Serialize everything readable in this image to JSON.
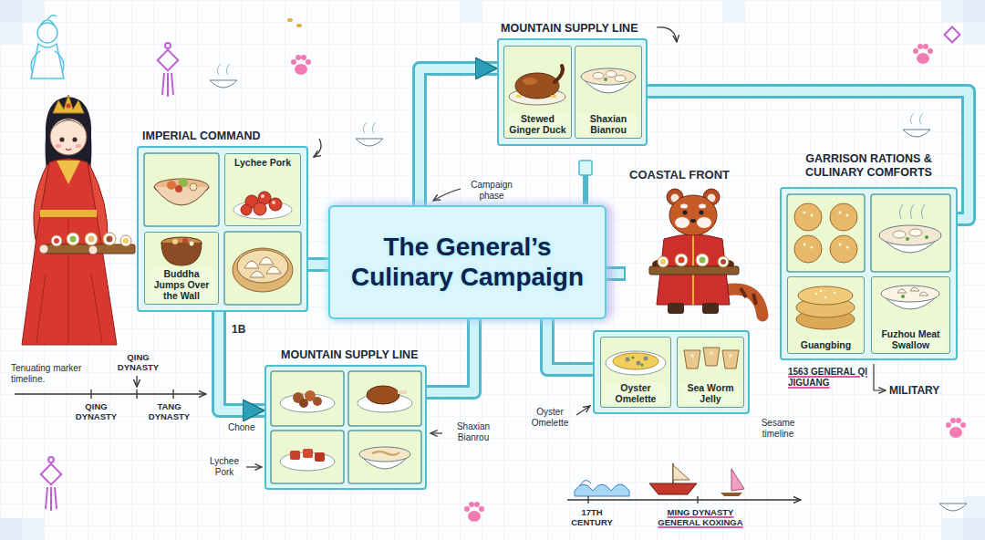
{
  "diagram": {
    "nodes": [
      {
        "text": [
          "IMPERIAL COMMAND"
        ]
      },
      {
        "text": [
          "Lychee Pork"
        ],
        "in": 0
      },
      {
        "text": [
          "Buddha Jumps Over the Wall"
        ],
        "in": 0
      },
      {
        "text": [
          "MOUNTAIN SUPPLY LINE"
        ]
      },
      {
        "text": [
          "Stewed Ginger Duck"
        ],
        "in": 3
      },
      {
        "text": [
          "Shaxian Bianrou"
        ],
        "in": 3
      },
      {
        "text": [
          "The General’s Culinary Campaign"
        ]
      },
      {
        "text": [
          "GARRISON RATIONS & CULINARY COMFORTS"
        ]
      },
      {
        "text": [
          "Guangbing"
        ],
        "in": 7
      },
      {
        "text": [
          "Fuzhou Meat Swallow"
        ],
        "in": 7
      },
      {
        "text": [
          "MOUNTAIN SUPPLY LINE"
        ]
      },
      {
        "text": []
      },
      {
        "text": [
          "Oyster Omelette"
        ],
        "in": 11
      },
      {
        "text": [
          "Sea Worm Jelly"
        ],
        "in": 11
      }
    ],
    "edges": [
      {
        "from": 6,
        "to": 0,
        "arrow": "none"
      },
      {
        "from": 6,
        "to": 3,
        "arrow": "to"
      },
      {
        "from": 3,
        "to": 7,
        "arrow": "none"
      },
      {
        "from": 0,
        "to": 10,
        "arrow": "to"
      },
      {
        "from": 6,
        "to": 10,
        "arrow": "none"
      },
      {
        "from": 6,
        "to": 11,
        "arrow": "none"
      }
    ],
    "labels": [
      "Campaign phase",
      "COASTAL FRONT",
      "Tenuating marker timeline.",
      "QING DYNASTY",
      "QING DYNASTY",
      "TANG DYNASTY",
      "1B",
      "Chone",
      "Lychee Pork",
      "Shaxian Bianrou",
      "Oyster Omelette",
      "Sesame timeline",
      "17TH CENTURY",
      "MING DYNASTY GENERAL KOXINGA",
      "1563 GENERAL QI JIGUANG",
      "MILITARY"
    ]
  }
}
